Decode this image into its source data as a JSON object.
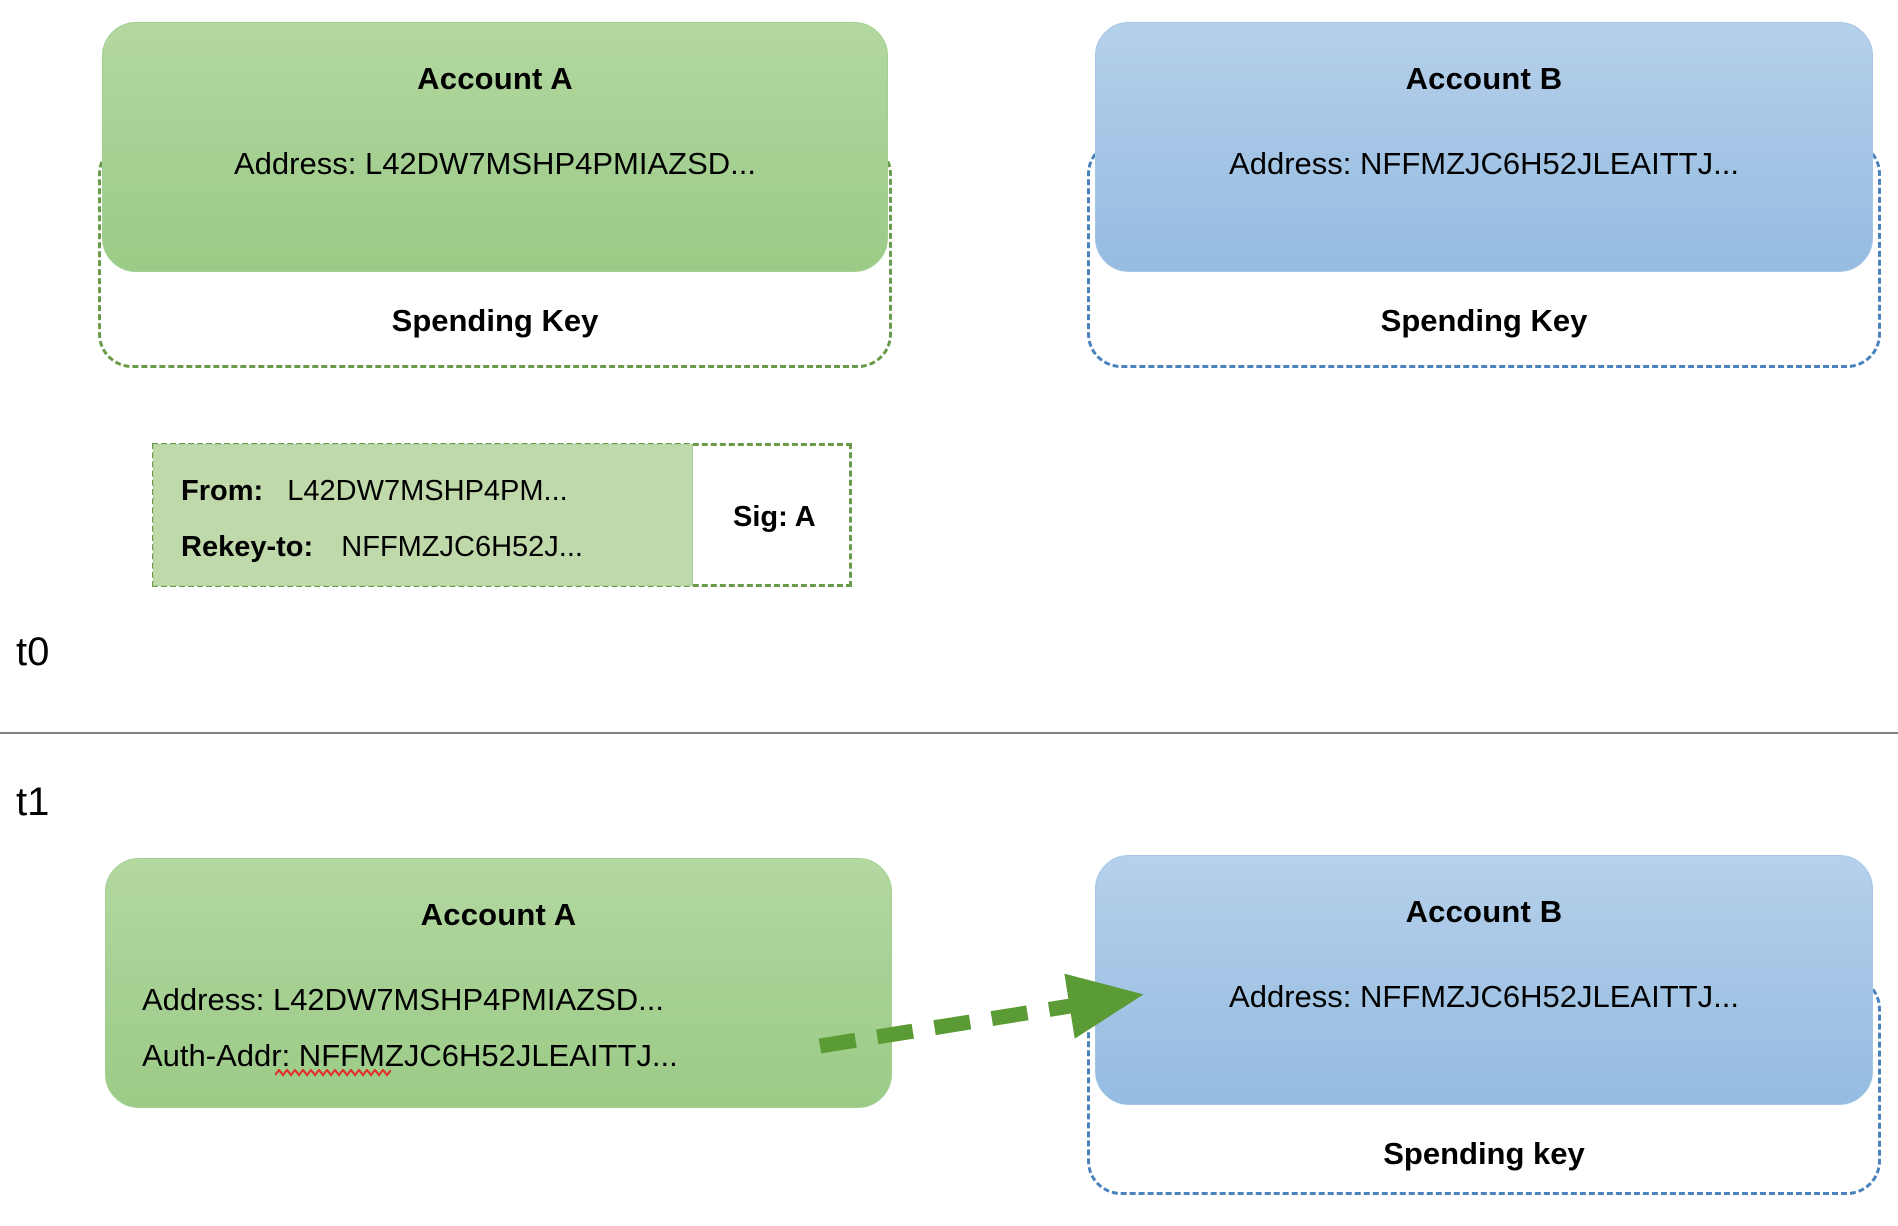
{
  "diagram": {
    "title_semantics": "Algorand account rekeying before and after",
    "colors": {
      "green_fill": "#a7d194",
      "green_dash": "#6a9b4b",
      "blue_fill": "#a6c6e6",
      "blue_dash": "#4a82bd",
      "txn_fill": "#bfd9ab",
      "arrow_green": "#5b9b35",
      "divider_gray": "#808080",
      "spellcheck_red": "#e03131"
    }
  },
  "timeline": {
    "t0_label": "t0",
    "t1_label": "t1"
  },
  "t0": {
    "account_a": {
      "title": "Account A",
      "address": "Address: L42DW7MSHP4PMIAZSD...",
      "spending_key": "Spending Key"
    },
    "account_b": {
      "title": "Account B",
      "address": "Address: NFFMZJC6H52JLEAITTJ...",
      "spending_key": "Spending Key"
    },
    "transaction": {
      "from_label": "From:",
      "from_value": "L42DW7MSHP4PM...",
      "rekey_label": "Rekey-to:",
      "rekey_value": "NFFMZJC6H52J...",
      "signature": "Sig: A"
    }
  },
  "t1": {
    "account_a": {
      "title": "Account A",
      "address": "Address: L42DW7MSHP4PMIAZSD...",
      "auth_addr": "Auth-Addr: NFFMZJC6H52JLEAITTJ..."
    },
    "account_b": {
      "title": "Account B",
      "address": "Address: NFFMZJC6H52JLEAITTJ...",
      "spending_key": "Spending key"
    },
    "arrow": {
      "semantic": "auth-addr-points-to-account-b"
    }
  }
}
